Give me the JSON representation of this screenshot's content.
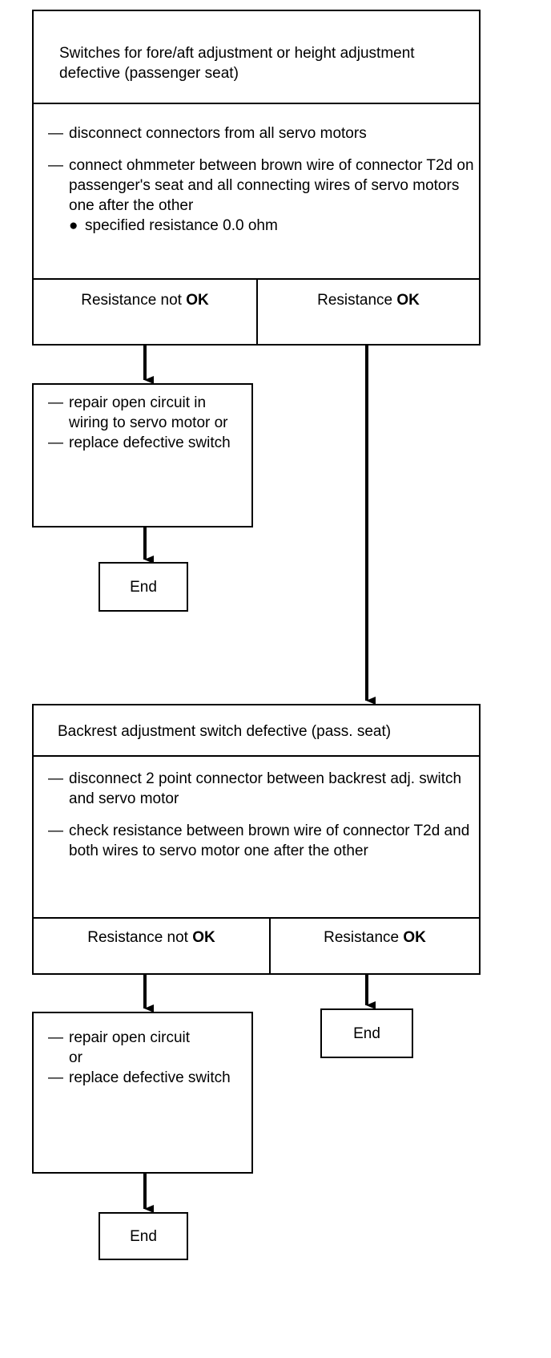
{
  "block1": {
    "title": "Switches for fore/aft adjustment or height adjustment defective (passenger seat)",
    "steps": [
      "disconnect connectors from all servo motors",
      "connect ohmmeter between brown wire of connector T2d on passenger's seat and all connecting wires of servo motors one after the other"
    ],
    "bullet": "specified resistance 0.0 ohm",
    "not_ok_label": "Resistance not",
    "ok_label": "Resistance",
    "ok_word": "OK"
  },
  "left1": {
    "steps": [
      "repair open circuit in wiring to servo motor or",
      "replace defective switch"
    ],
    "end": "End"
  },
  "block2": {
    "title": "Backrest adjustment switch defective (pass. seat)",
    "steps": [
      "disconnect 2 point connector between backrest adj. switch and servo motor",
      "check resistance between brown wire of connector T2d and both wires to servo motor one after the other"
    ],
    "not_ok_label": "Resistance not",
    "ok_label": "Resistance",
    "ok_word": "OK"
  },
  "left2": {
    "steps": [
      "repair open circuit",
      "or",
      "replace defective switch"
    ],
    "end": "End"
  },
  "right2": {
    "end": "End"
  },
  "symbols": {
    "dash": "—",
    "bullet": "●"
  }
}
